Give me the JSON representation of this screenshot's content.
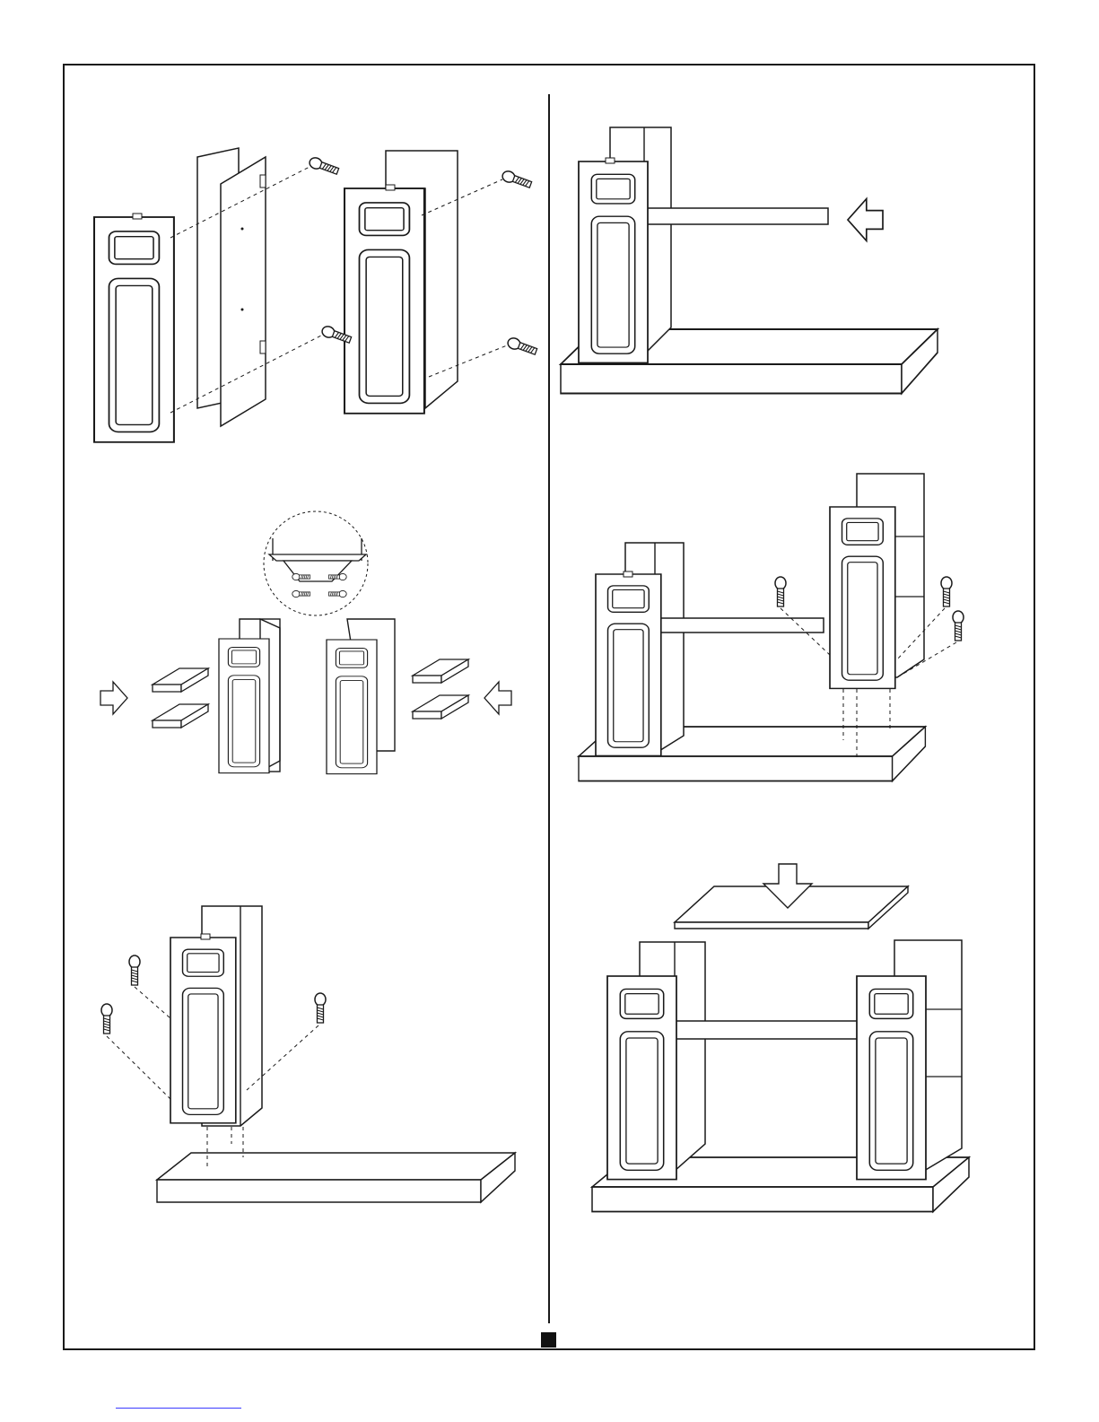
{
  "page": {
    "page_marker_color": "#111111",
    "ink_color": "#1a1a1a",
    "paper_color": "#ffffff",
    "footer_link_color": "#3a3aff"
  },
  "steps": [
    {
      "name": "attach-side-panels-to-end-panels",
      "icons": [
        "end-panel",
        "side-panel",
        "screw-icon"
      ]
    },
    {
      "name": "insert-shelves-into-end-units",
      "icons": [
        "shelf",
        "arrow-right-icon",
        "arrow-left-icon",
        "screw-detail-callout"
      ]
    },
    {
      "name": "attach-left-end-unit-to-base",
      "icons": [
        "screw-icon",
        "base-panel"
      ]
    },
    {
      "name": "slide-in-stretcher-rail",
      "icons": [
        "stretcher-rail",
        "arrow-left-icon"
      ]
    },
    {
      "name": "attach-right-end-unit",
      "icons": [
        "screw-icon"
      ]
    },
    {
      "name": "place-top-panel",
      "icons": [
        "top-panel",
        "arrow-down-icon"
      ]
    }
  ]
}
